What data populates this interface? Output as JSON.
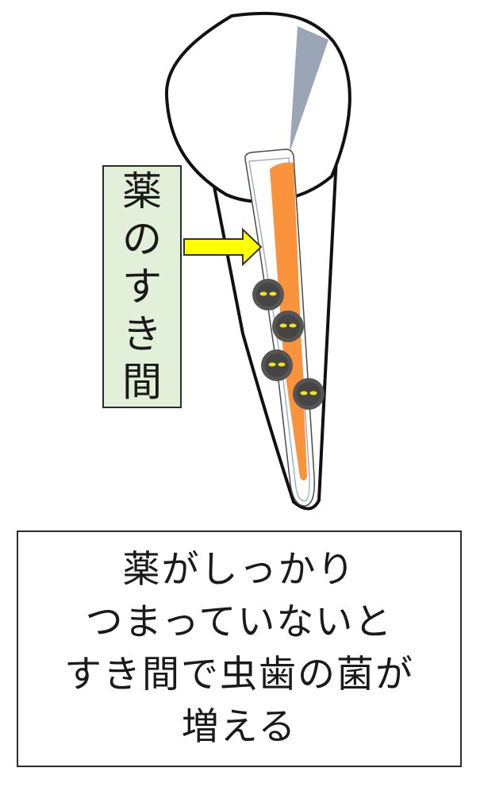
{
  "label": {
    "chars": [
      "薬",
      "の",
      "す",
      "き",
      "間"
    ]
  },
  "caption": {
    "lines": [
      "薬がしっかり",
      "つまっていないと",
      "すき間で虫歯の菌が",
      "増える"
    ]
  },
  "colors": {
    "label_bg": "#e2efd9",
    "arrow_fill": "#ffff00",
    "medicine": "#fb923c",
    "light_beam": "#9aa5b8",
    "bacteria_body": "#4a4a4a",
    "bacteria_eyes": "#f2e21a",
    "outline": "#111111"
  },
  "icons": {
    "arrow": "right-arrow-icon",
    "bacteria": "bacteria-icon"
  }
}
